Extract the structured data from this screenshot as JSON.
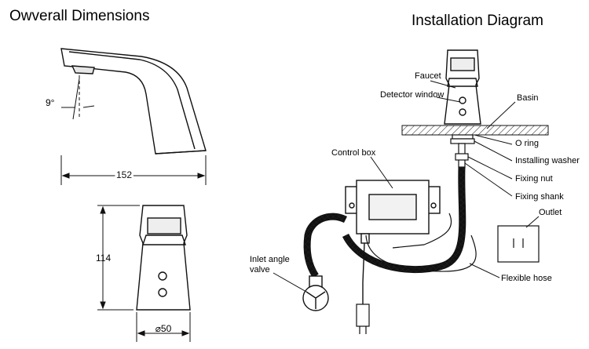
{
  "overall": {
    "title": "Owverall Dimensions",
    "angle": "9°",
    "length": "152",
    "height": "114",
    "diameter": "⌀50"
  },
  "installation": {
    "title": "Installation Diagram",
    "labels": {
      "faucet": "Faucet",
      "detector_window": "Detector window",
      "basin": "Basin",
      "o_ring": "O ring",
      "installing_washer": "Installing washer",
      "fixing_nut": "Fixing nut",
      "fixing_shank": "Fixing shank",
      "control_box": "Control box",
      "outlet": "Outlet",
      "inlet_angle_valve_line1": "Inlet angle",
      "inlet_angle_valve_line2": "valve",
      "flexible_hose": "Flexible hose"
    }
  }
}
